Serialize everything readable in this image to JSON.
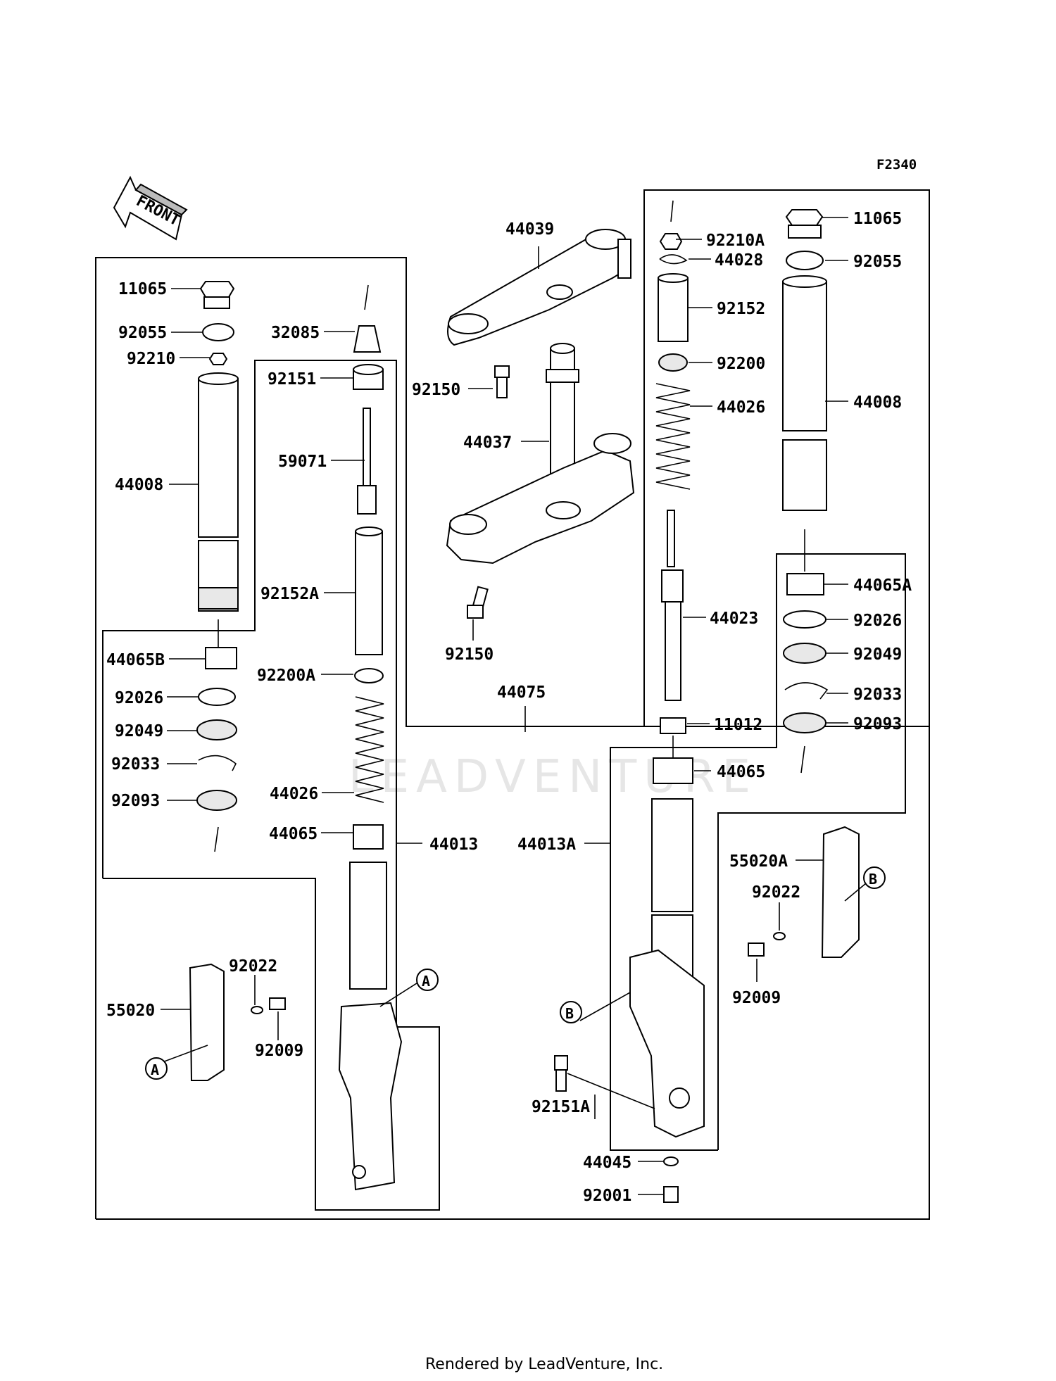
{
  "diagram_code": "F2340",
  "front_label": "FRONT",
  "watermark": "LEADVENTURE",
  "footer": "Rendered by LeadVenture, Inc.",
  "callouts": {
    "top": [
      "44039",
      "92150",
      "44037",
      "92150",
      "44075"
    ],
    "left": [
      "11065",
      "92055",
      "92210",
      "44008",
      "44065B",
      "92026",
      "92049",
      "92033",
      "92093",
      "55020",
      "92022",
      "92009",
      "44013"
    ],
    "left_inner": [
      "32085",
      "92151",
      "59071",
      "92152A",
      "92200A",
      "44026",
      "44065"
    ],
    "right": [
      "92210A",
      "44028",
      "92152",
      "92200",
      "44026",
      "44023",
      "11012",
      "44065",
      "44013A",
      "92151A",
      "44045",
      "92001"
    ],
    "right_outer": [
      "11065",
      "92055",
      "44008",
      "44065A",
      "92026",
      "92049",
      "92033",
      "92093",
      "55020A",
      "92022",
      "92009"
    ]
  },
  "markers": {
    "a": "A",
    "b": "B"
  }
}
